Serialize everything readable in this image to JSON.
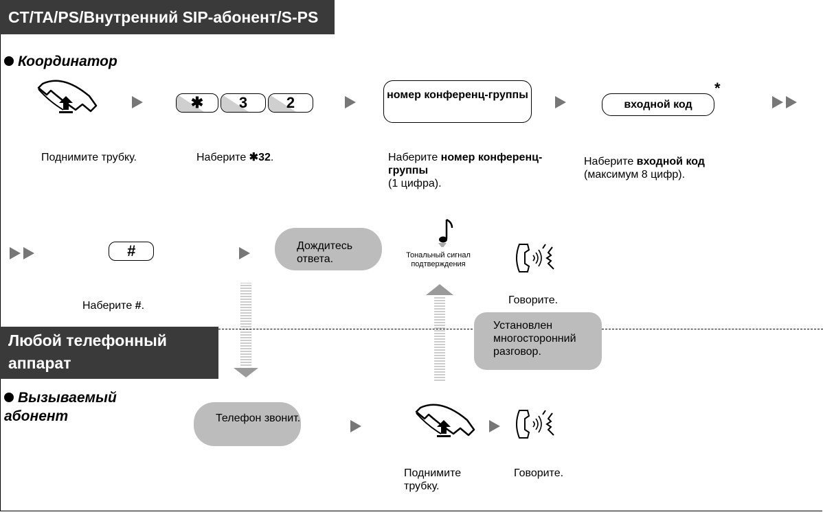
{
  "header_title": "CT/TA/PS/Внутренний SIP-абонент/S-PS",
  "coordinator_label": "Координатор",
  "steps": {
    "lift_caption": "Поднимите трубку.",
    "dial_caption_prefix": "Наберите ",
    "dial_caption_code": "✱32",
    "dial_caption_suffix": ".",
    "group_caption_prefix": "Наберите ",
    "group_caption_bold": "номер конференц-группы",
    "group_caption_suffix": "(1 цифра).",
    "passcode_caption_prefix": "Наберите ",
    "passcode_caption_bold": "входной код",
    "passcode_caption_suffix": "(максимум 8 цифр).",
    "hash_caption_prefix": "Наберите ",
    "hash_caption_bold": "#",
    "hash_caption_suffix": ".",
    "wait_answer": "Дождитесь ответа.",
    "confirm_tone": "Тональный сигнал подтверждения",
    "talk": "Говорите.",
    "conference_established": "Установлен многосторонний разговор."
  },
  "keys": {
    "star": "✱",
    "k3": "3",
    "k2": "2",
    "hash": "#"
  },
  "fields": {
    "group_number": "номер конференц-группы",
    "passcode": "входной код",
    "optional_mark": "*"
  },
  "any_phone_header": "Любой телефонный аппарат",
  "callee_label": "Вызываемый абонент",
  "callee_steps": {
    "ringing": "Телефон звонит.",
    "lift_caption": "Поднимите трубку.",
    "talk": "Говорите."
  },
  "icons": [
    "handset-offhook-icon",
    "talk-icon",
    "music-note-icon",
    "arrow-right-icon",
    "double-arrow-icon"
  ]
}
